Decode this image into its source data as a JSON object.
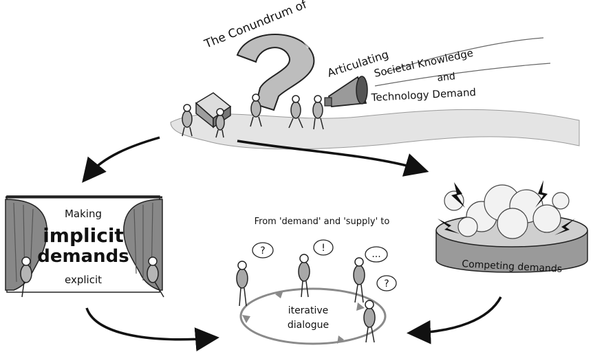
{
  "title": {
    "line1": "The Conundrum of",
    "line2": "Articulating",
    "line3": "Societal Knowledge",
    "line4": "and",
    "line5": "Technology Demand"
  },
  "left_panel": {
    "making": "Making",
    "implicit": "implicit",
    "demands": "demands",
    "explicit": "explicit"
  },
  "center_panel": {
    "heading": "From 'demand' and 'supply' to",
    "cycle_line1": "iterative",
    "cycle_line2": "dialogue",
    "bubbles": [
      "?",
      "!",
      "...",
      "?"
    ]
  },
  "right_panel": {
    "label": "Competing demands"
  }
}
